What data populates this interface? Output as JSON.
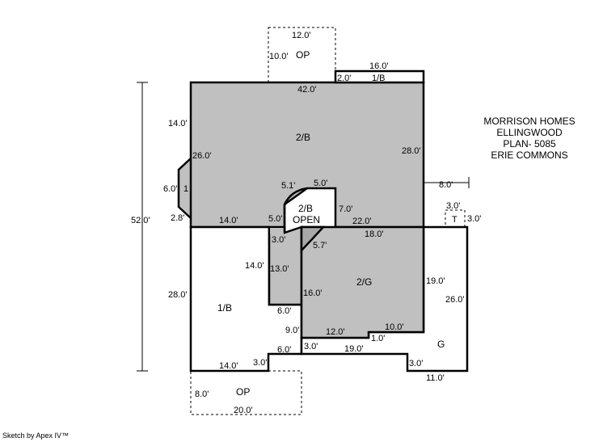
{
  "title_block": {
    "lines": [
      "MORRISON HOMES",
      "ELLINGWOOD",
      "PLAN- 5085",
      "ERIE COMMONS"
    ]
  },
  "credit": "Sketch by Apex IV™",
  "colors": {
    "fill": "#c0c0c0",
    "line": "#000000"
  },
  "areas": {
    "op_top": "OP",
    "b1_top": "1/B",
    "b2": "2/B",
    "b2_open_1": "2/B",
    "b2_open_2": "OPEN",
    "g2": "2/G",
    "b1": "1/B",
    "g": "G",
    "op_bottom": "OP",
    "t": "T",
    "bay": "1"
  },
  "dims": {
    "op_top_w": "12.0'",
    "op_top_h": "10.0'",
    "b1_top_w": "16.0'",
    "b1_top_h": "2.0'",
    "top": "42.0'",
    "left_upper": "14.0'",
    "bay_side": "26.0'",
    "right_upper": "28.0'",
    "bay_w": "6.0'",
    "bay_off": "2.8'",
    "overall": "52.0'",
    "right_off": "8.0'",
    "curve": "5.1'",
    "open_top": "5.0'",
    "open_left": "5.0'",
    "open_right": "7.0'",
    "mid_left": "14.0'",
    "mid_right": "22.0'",
    "step": "3.0'",
    "diag": "5.7'",
    "g2_top": "18.0'",
    "t_w": "3.0'",
    "t_h": "3.0'",
    "strip_outer": "14.0'",
    "strip_inner": "13.0'",
    "left_lower": "28.0'",
    "g2_left": "16.0'",
    "g2_right": "19.0'",
    "g_right": "26.0'",
    "strip_bottom": "6.0'",
    "nine": "9.0'",
    "g2_bot1": "12.0'",
    "g2_bot2": "10.0'",
    "g2_step": "1.0'",
    "bottom_left": "14.0'",
    "bl_step": "3.0'",
    "b_six": "6.0'",
    "b_three": "3.0'",
    "g_bottom": "19.0'",
    "g_step": "3.0'",
    "g_w": "11.0'",
    "op_bot_h": "8.0'",
    "op_bot_w": "20.0'"
  }
}
